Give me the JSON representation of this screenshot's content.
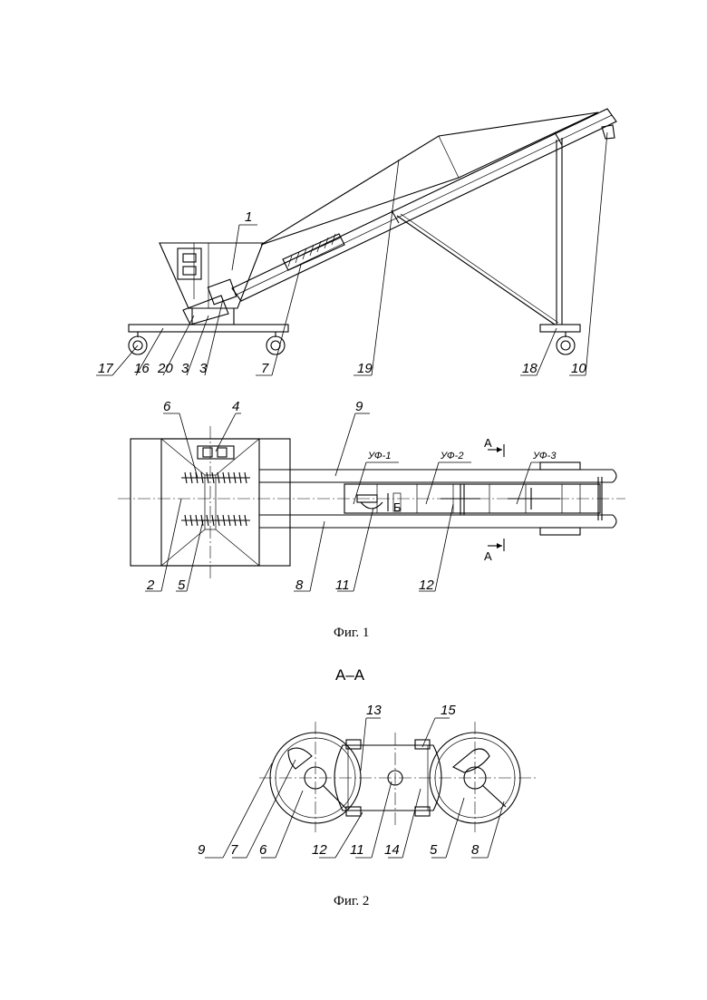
{
  "fig1": {
    "caption": "Фиг. 1",
    "side_labels": [
      "1",
      "17",
      "16",
      "20",
      "3",
      "3",
      "7",
      "19",
      "18",
      "10"
    ],
    "plan_labels": [
      "6",
      "4",
      "9",
      "2",
      "5",
      "8",
      "11",
      "12"
    ],
    "zones": [
      "УФ-1",
      "УФ-2",
      "УФ-3"
    ],
    "section_mark": "А",
    "b_mark": "Б"
  },
  "fig2": {
    "title": "А–А",
    "caption": "Фиг. 2",
    "labels": [
      "13",
      "15",
      "9",
      "7",
      "6",
      "12",
      "11",
      "14",
      "5",
      "8"
    ]
  }
}
